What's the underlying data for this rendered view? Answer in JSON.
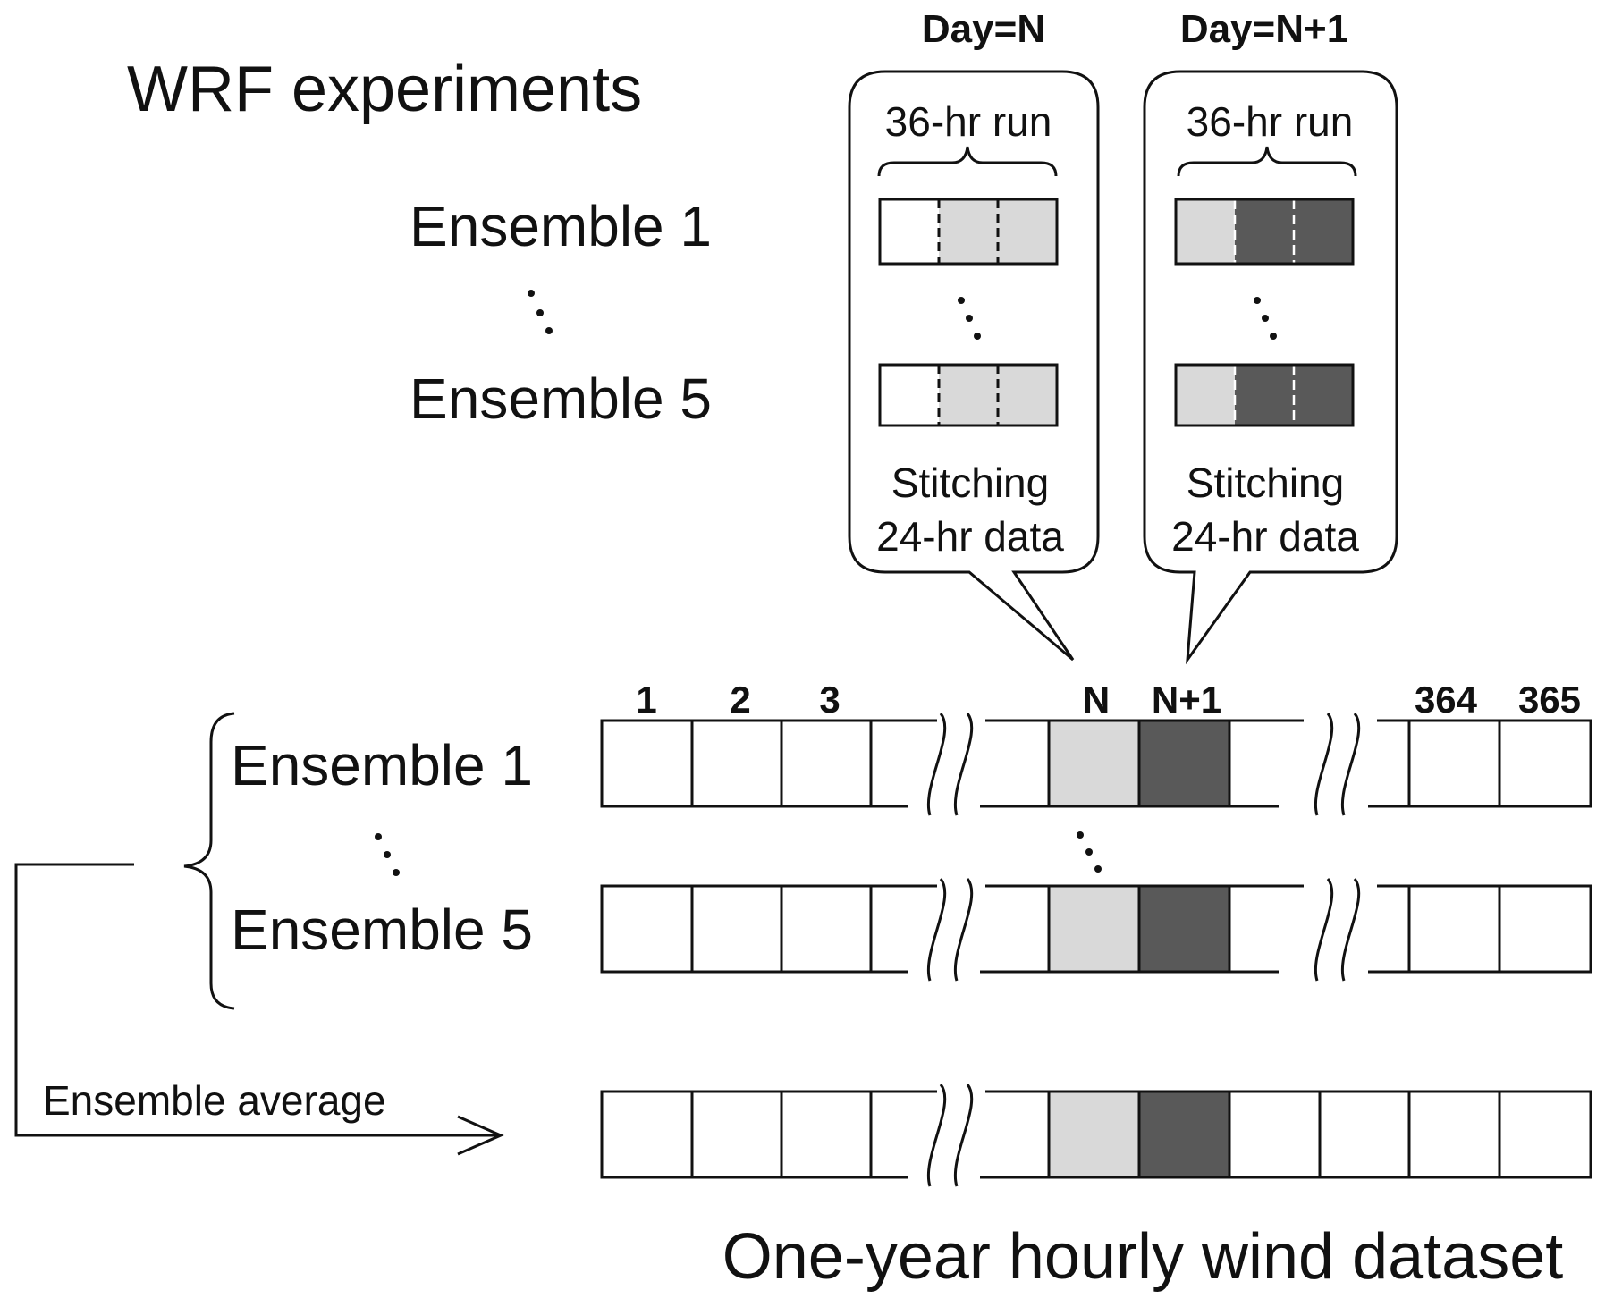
{
  "title": "WRF experiments",
  "day_labels": {
    "day_n": "Day=N",
    "day_n1": "Day=N+1"
  },
  "callouts": [
    {
      "run_label": "36-hr run",
      "ensemble_top": "Ensemble 1",
      "ensemble_bottom": "Ensemble 5",
      "stitch_line1": "Stitching",
      "stitch_line2": "24-hr data",
      "segments": [
        "white",
        "light",
        "light"
      ]
    },
    {
      "run_label": "36-hr run",
      "ensemble_top": "Ensemble 1",
      "ensemble_bottom": "Ensemble 5",
      "stitch_line1": "Stitching",
      "stitch_line2": "24-hr data",
      "segments": [
        "light",
        "dark",
        "dark"
      ]
    }
  ],
  "top_ensemble_labels": [
    "Ensemble 1",
    "Ensemble 5"
  ],
  "day_axis_labels": [
    "1",
    "2",
    "3",
    "N",
    "N+1",
    "364",
    "365"
  ],
  "rows": [
    {
      "label": "Ensemble 1",
      "cells": [
        "white",
        "white",
        "white",
        "white",
        "light",
        "dark",
        "white",
        "white"
      ]
    },
    {
      "label": "Ensemble 5",
      "cells": [
        "white",
        "white",
        "white",
        "white",
        "light",
        "dark",
        "white",
        "white"
      ]
    },
    {
      "label": "",
      "cells": [
        "white",
        "white",
        "white",
        "white",
        "light",
        "dark",
        "white",
        "white",
        "white",
        "white"
      ]
    }
  ],
  "ensemble_average_label": "Ensemble average",
  "dataset_label": "One-year hourly wind dataset",
  "colors": {
    "light": "#d9d9d9",
    "dark": "#595959",
    "white": "#ffffff",
    "ink": "#111111"
  }
}
